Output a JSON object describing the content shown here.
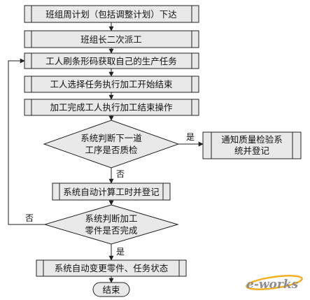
{
  "nodes": {
    "n1": "班组周计划（包括调整计划）下达",
    "n2": "班组长二次派工",
    "n3": "工人刷条形码获取自己的生产任务",
    "n4": "工人选择任务执行加工开始结束",
    "n5": "加工完成工人执行加工结束操作",
    "d1_line1": "系统判断下一道",
    "d1_line2": "工序是否质检",
    "n6_line1": "通知质量检验系",
    "n6_line2": "统并登记",
    "n7": "系统自动计算工时并登记",
    "d2_line1": "系统判断加工",
    "d2_line2": "零件是否完成",
    "n8": "系统自动变更零件、任务状态",
    "end": "结束"
  },
  "labels": {
    "yes_right": "是",
    "no_down": "否",
    "no_left": "否",
    "yes_down": "是"
  },
  "watermark": "e-works",
  "colors": {
    "box_fill": "#e9e9e9",
    "stroke": "#222222"
  }
}
